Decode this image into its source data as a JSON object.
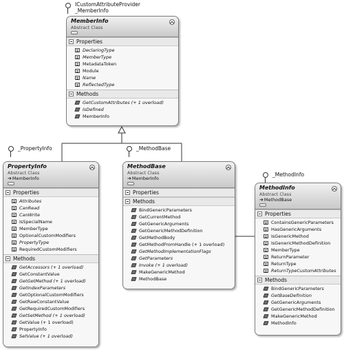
{
  "interfaces": {
    "custom_attribute_provider": "ICustomAttributeProvider",
    "member_info_impl": "_MemberInfo",
    "property_info_impl": "_PropertyInfo",
    "method_base_impl": "_MethodBase",
    "method_info_impl": "_MethodInfo"
  },
  "classes": {
    "member_info": {
      "name": "MemberInfo",
      "kind": "Abstract Class",
      "properties_label": "Properties",
      "properties": [
        {
          "name": "DeclaringType",
          "italic": true
        },
        {
          "name": "MemberType",
          "italic": true
        },
        {
          "name": "MetadataToken",
          "italic": false
        },
        {
          "name": "Module",
          "italic": false
        },
        {
          "name": "Name",
          "italic": true
        },
        {
          "name": "ReflectedType",
          "italic": true
        }
      ],
      "methods_label": "Methods",
      "methods": [
        {
          "name": "GetCustomAttributes (+ 1 overload)",
          "italic": true
        },
        {
          "name": "IsDefined",
          "italic": true
        },
        {
          "name": "MemberInfo",
          "italic": false
        }
      ]
    },
    "property_info": {
      "name": "PropertyInfo",
      "kind": "Abstract Class",
      "base": "MemberInfo",
      "properties_label": "Properties",
      "properties": [
        {
          "name": "Attributes",
          "italic": true
        },
        {
          "name": "CanRead",
          "italic": true
        },
        {
          "name": "CanWrite",
          "italic": true
        },
        {
          "name": "IsSpecialName",
          "italic": false
        },
        {
          "name": "MemberType",
          "italic": false
        },
        {
          "name": "OptionalCustomModifiers",
          "italic": false
        },
        {
          "name": "PropertyType",
          "italic": true
        },
        {
          "name": "RequiredCustomModifiers",
          "italic": false
        }
      ],
      "methods_label": "Methods",
      "methods": [
        {
          "name": "GetAccessors (+ 1 overload)",
          "italic": true
        },
        {
          "name": "GetConstantValue",
          "italic": false
        },
        {
          "name": "GetGetMethod (+ 1 overload)",
          "italic": true
        },
        {
          "name": "GetIndexParameters",
          "italic": true
        },
        {
          "name": "GetOptionalCustomModifiers",
          "italic": false
        },
        {
          "name": "GetRawConstantValue",
          "italic": false
        },
        {
          "name": "GetRequiredCustomModifiers",
          "italic": false
        },
        {
          "name": "GetSetMethod (+ 1 overload)",
          "italic": true
        },
        {
          "name": "GetValue (+ 1 overload)",
          "italic": false
        },
        {
          "name": "PropertyInfo",
          "italic": false
        },
        {
          "name": "SetValue (+ 1 overload)",
          "italic": true
        }
      ]
    },
    "method_base": {
      "name": "MethodBase",
      "kind": "Abstract Class",
      "base": "MemberInfo",
      "properties_label": "Properties",
      "methods_label": "Methods",
      "methods": [
        {
          "name": "BindGenericParameters",
          "italic": false
        },
        {
          "name": "GetCurrentMethod",
          "italic": false
        },
        {
          "name": "GetGenericArguments",
          "italic": false
        },
        {
          "name": "GetGenericMethodDefinition",
          "italic": false
        },
        {
          "name": "GetMethodBody",
          "italic": false
        },
        {
          "name": "GetMethodFromHandle (+ 1 overload)",
          "italic": false
        },
        {
          "name": "GetMethodImplementationFlags",
          "italic": true
        },
        {
          "name": "GetParameters",
          "italic": true
        },
        {
          "name": "Invoke (+ 1 overload)",
          "italic": true
        },
        {
          "name": "MakeGenericMethod",
          "italic": false
        },
        {
          "name": "MethodBase",
          "italic": false
        }
      ]
    },
    "method_info": {
      "name": "MethodInfo",
      "kind": "Abstract Class",
      "base": "MethodBase",
      "properties_label": "Properties",
      "properties": [
        {
          "name": "ContainsGenericParameters",
          "italic": false
        },
        {
          "name": "HasGenericArguments",
          "italic": false
        },
        {
          "name": "IsGenericMethod",
          "italic": false
        },
        {
          "name": "IsGenericMethodDefinition",
          "italic": false
        },
        {
          "name": "MemberType",
          "italic": false
        },
        {
          "name": "ReturnParameter",
          "italic": false
        },
        {
          "name": "ReturnType",
          "italic": false
        },
        {
          "name": "ReturnTypeCustomAttributes",
          "italic": true
        }
      ],
      "methods_label": "Methods",
      "methods": [
        {
          "name": "BindGenericParameters",
          "italic": false
        },
        {
          "name": "GetBaseDefinition",
          "italic": true
        },
        {
          "name": "GetGenericArguments",
          "italic": false
        },
        {
          "name": "GetGenericMethodDefinition",
          "italic": false
        },
        {
          "name": "MakeGenericMethod",
          "italic": false
        },
        {
          "name": "MethodInfo",
          "italic": false
        }
      ]
    }
  }
}
